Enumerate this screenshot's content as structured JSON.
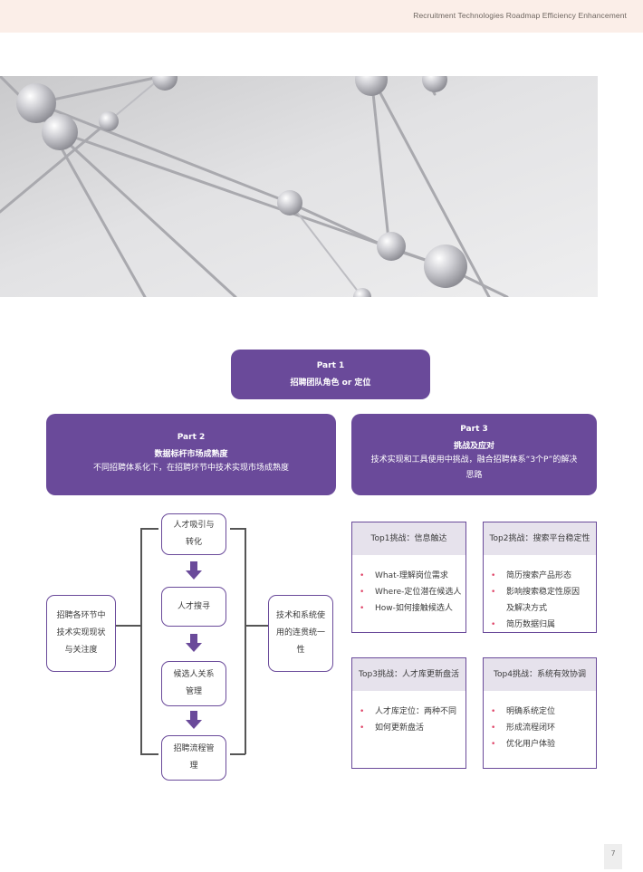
{
  "header": {
    "title": "Recruitment Technologies Roadmap Efficiency Enhancement"
  },
  "part1": {
    "number": "Part 1",
    "title": "招聘团队角色 or 定位"
  },
  "part2": {
    "number": "Part 2",
    "title": "数据标杆市场成熟度",
    "desc": "不同招聘体系化下，在招聘环节中技术实现市场成熟度"
  },
  "part3": {
    "number": "Part 3",
    "title": "挑战及应对",
    "desc_line1": "技术实现和工具使用中挑战，融合招聘体系“3个P”的解决",
    "desc_line2": "思路"
  },
  "left_box": {
    "line1": "招聘各环节中",
    "line2": "技术实现现状",
    "line3": "与关注度"
  },
  "right_box": {
    "line1": "技术和系统使",
    "line2": "用的连贯统一",
    "line3": "性"
  },
  "steps": [
    {
      "line1": "人才吸引与",
      "line2": "转化"
    },
    {
      "line1": "人才搜寻",
      "line2": ""
    },
    {
      "line1": "候选人关系",
      "line2": "管理"
    },
    {
      "line1": "招聘流程管",
      "line2": "理"
    }
  ],
  "cards": [
    {
      "title": "Top1挑战：信息触达",
      "items": [
        "What-理解岗位需求",
        "Where-定位潜在候选人",
        "How-如何接触候选人"
      ]
    },
    {
      "title": "Top2挑战：搜索平台稳定性",
      "items": [
        "简历搜索产品形态",
        "影响搜索稳定性原因",
        "及解决方式",
        "简历数据归属"
      ]
    },
    {
      "title": "Top3挑战：人才库更新盘活",
      "items": [
        "人才库定位：两种不同",
        "如何更新盘活"
      ]
    },
    {
      "title": "Top4挑战：系统有效协调",
      "items": [
        "明确系统定位",
        "形成流程闭环",
        "优化用户体验"
      ]
    }
  ],
  "page_number": "7",
  "colors": {
    "accent": "#6a4a9a",
    "bullet": "#e0476a",
    "header_band": "#fbeee8",
    "card_header": "#e6e2ec"
  }
}
